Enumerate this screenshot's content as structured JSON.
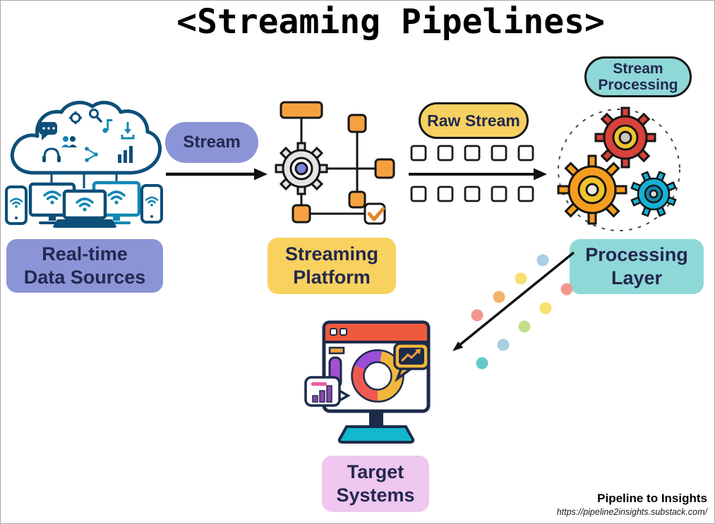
{
  "title": "<Streaming Pipelines>",
  "nodes": {
    "data_sources": {
      "line1": "Real-time",
      "line2": "Data Sources",
      "color": "#8b94d6"
    },
    "streaming_platform": {
      "line1": "Streaming",
      "line2": "Platform",
      "color": "#f8d15f"
    },
    "processing_layer": {
      "line1": "Processing",
      "line2": "Layer",
      "color": "#8fd8d8"
    },
    "target_systems": {
      "line1": "Target",
      "line2": "Systems",
      "color": "#efc7ef"
    }
  },
  "edges": {
    "stream": {
      "label": "Stream",
      "color": "#8b94d6"
    },
    "raw_stream": {
      "label": "Raw Stream",
      "color": "#f6d161"
    },
    "stream_processing": {
      "line1": "Stream",
      "line2": "Processing",
      "color": "#8fd8d8"
    }
  },
  "dots": {
    "upper": [
      "#a9cfe5",
      "#f7e06e",
      "#f6b26b",
      "#f4978e"
    ],
    "lower": [
      "#f4978e",
      "#f7e06e",
      "#c3dd8a",
      "#a9cfe5",
      "#62cbc9"
    ]
  },
  "icons": {
    "data_sources": "cloud-connected-devices-icon",
    "streaming_platform": "flowchart-gear-icon",
    "raw_stream": "packet-squares-icon",
    "processing_layer": "gears-icon",
    "flow_arrow": "dotted-flow-arrow-icon",
    "target_systems": "dashboard-monitor-icon"
  },
  "footer": {
    "brand": "Pipeline to Insights",
    "url": "https://pipeline2insights.substack.com/"
  },
  "text_color": "#23284f"
}
